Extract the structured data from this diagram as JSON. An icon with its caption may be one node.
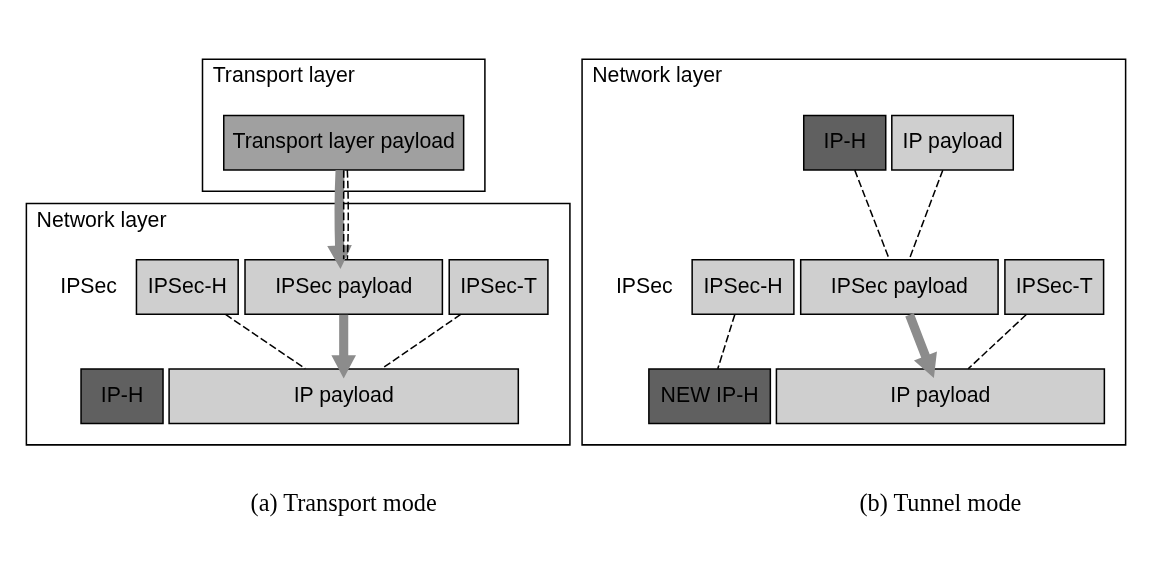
{
  "diagram": {
    "nodes": [
      {
        "text": [
          "Transport layer"
        ]
      },
      {
        "text": [
          "Transport layer payload"
        ],
        "in": 0
      },
      {
        "text": [
          "Network layer"
        ]
      },
      {
        "text": [
          "IPSec-H"
        ],
        "in": 2
      },
      {
        "text": [
          "IPSec payload"
        ],
        "in": 2
      },
      {
        "text": [
          "IPSec-T"
        ],
        "in": 2
      },
      {
        "text": [
          "IP-H"
        ],
        "in": 2
      },
      {
        "text": [
          "IP payload"
        ],
        "in": 2
      },
      {
        "text": [
          "Network layer"
        ]
      },
      {
        "text": [
          "IP-H"
        ],
        "in": 8
      },
      {
        "text": [
          "IP payload"
        ],
        "in": 8
      },
      {
        "text": [
          "IPSec-H"
        ],
        "in": 8
      },
      {
        "text": [
          "IPSec payload"
        ],
        "in": 8
      },
      {
        "text": [
          "IPSec-T"
        ],
        "in": 8
      },
      {
        "text": [
          "NEW IP-H"
        ],
        "in": 8
      },
      {
        "text": [
          "IP payload"
        ],
        "in": 8
      }
    ],
    "edges": [
      {
        "from": 1,
        "to": 4,
        "arrow": "to",
        "style": "thick",
        "color": "#8c8c8c"
      },
      {
        "from": 1,
        "to": 4,
        "arrow": "none",
        "style": "dashed"
      },
      {
        "from": 1,
        "to": 4,
        "arrow": "none",
        "style": "dashed"
      },
      {
        "from": 4,
        "to": 7,
        "arrow": "to",
        "style": "thick",
        "color": "#8c8c8c"
      },
      {
        "from": 3,
        "to": 7,
        "arrow": "none",
        "style": "dashed"
      },
      {
        "from": 5,
        "to": 7,
        "arrow": "none",
        "style": "dashed"
      },
      {
        "from": 9,
        "to": 12,
        "arrow": "none",
        "style": "dashed"
      },
      {
        "from": 10,
        "to": 12,
        "arrow": "none",
        "style": "dashed"
      },
      {
        "from": 12,
        "to": 15,
        "arrow": "to",
        "style": "thick",
        "color": "#8c8c8c"
      },
      {
        "from": 11,
        "to": 14,
        "arrow": "none",
        "style": "dashed"
      },
      {
        "from": 13,
        "to": 15,
        "arrow": "none",
        "style": "dashed"
      }
    ],
    "labels": [
      "IPSec",
      "IPSec",
      "(a) Transport mode",
      "(b) Tunnel mode"
    ]
  }
}
